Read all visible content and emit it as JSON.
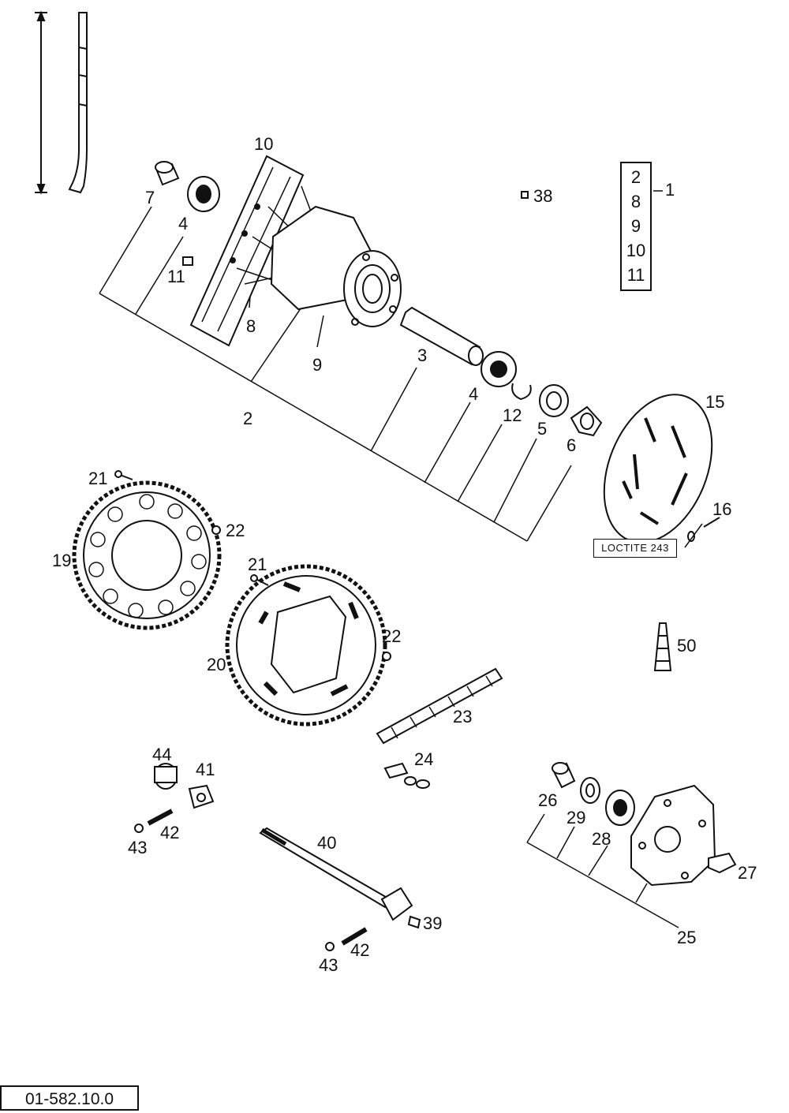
{
  "drawing_code": "01-582.10.0",
  "loctite_note": "LOCTITE 243",
  "kit": {
    "number": "1",
    "items": [
      "2",
      "8",
      "9",
      "10",
      "11"
    ]
  },
  "callouts": {
    "c10": "10",
    "c7": "7",
    "c4a": "4",
    "c11": "11",
    "c8": "8",
    "c9": "9",
    "c2": "2",
    "c3": "3",
    "c4b": "4",
    "c12": "12",
    "c5": "5",
    "c6": "6",
    "c38": "38",
    "c15": "15",
    "c16": "16",
    "c21a": "21",
    "c22a": "22",
    "c19": "19",
    "c21b": "21",
    "c22b": "22",
    "c20": "20",
    "c50": "50",
    "c23": "23",
    "c24": "24",
    "c44": "44",
    "c41": "41",
    "c42a": "42",
    "c43a": "43",
    "c40": "40",
    "c39": "39",
    "c42b": "42",
    "c43b": "43",
    "c26": "26",
    "c29": "29",
    "c28": "28",
    "c27": "27",
    "c25": "25"
  }
}
